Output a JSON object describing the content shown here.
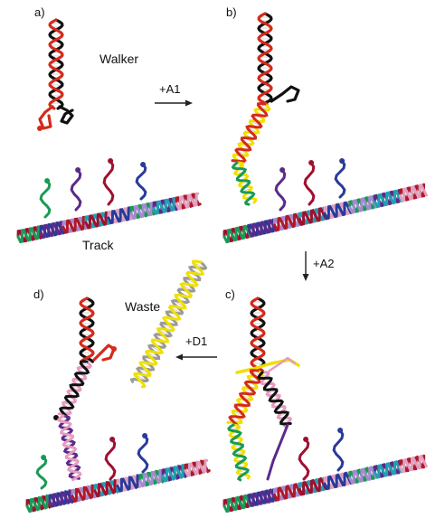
{
  "panels": [
    {
      "letter": "a)",
      "labels": [
        "Walker",
        "Track"
      ]
    },
    {
      "letter": "b)",
      "labels": []
    },
    {
      "letter": "c)",
      "labels": []
    },
    {
      "letter": "d)",
      "labels": [
        "Waste"
      ]
    }
  ],
  "steps": [
    {
      "label": "+A1",
      "direction": "right"
    },
    {
      "label": "+A2",
      "direction": "down"
    },
    {
      "label": "+D1",
      "direction": "left"
    }
  ],
  "colors": {
    "walker_top": "#d42a1c",
    "walker_body": "#111111",
    "strand_yellow": "#f0e000",
    "strand_pink": "#e89ac0",
    "strand_grey": "#9a9a9a",
    "track_green": "#1a9a55",
    "track_purple": "#5a2a8a",
    "track_darkred": "#9e1030",
    "track_blue": "#2a3a9a",
    "track_lilac": "#a58ad0",
    "track_teal": "#20a0b0",
    "track_pink": "#e0a0c0",
    "track_redstripe": "#b01828"
  }
}
